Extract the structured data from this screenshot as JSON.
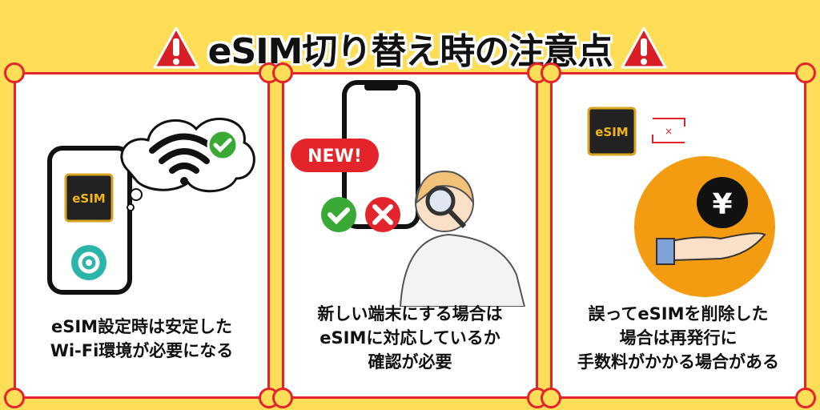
{
  "title": "eSIM切り替え時の注意点",
  "cards": [
    {
      "lines": [
        "eSIM設定時は安定した",
        "Wi-Fi環境が必要になる"
      ],
      "chip_label": "eSIM"
    },
    {
      "lines": [
        "新しい端末にする場合は",
        "eSIMに対応しているか",
        "確認が必要"
      ],
      "badge": "NEW!"
    },
    {
      "lines": [
        "誤ってeSIMを削除した",
        "場合は再発行に",
        "手数料がかかる場合がある"
      ],
      "chip_label": "eSIM",
      "currency": "¥"
    }
  ],
  "colors": {
    "background": "#fedd57",
    "border": "#e3242b",
    "green": "#3aa935",
    "red": "#e3242b",
    "teal": "#2bb5a8",
    "orange": "#f39c12"
  }
}
